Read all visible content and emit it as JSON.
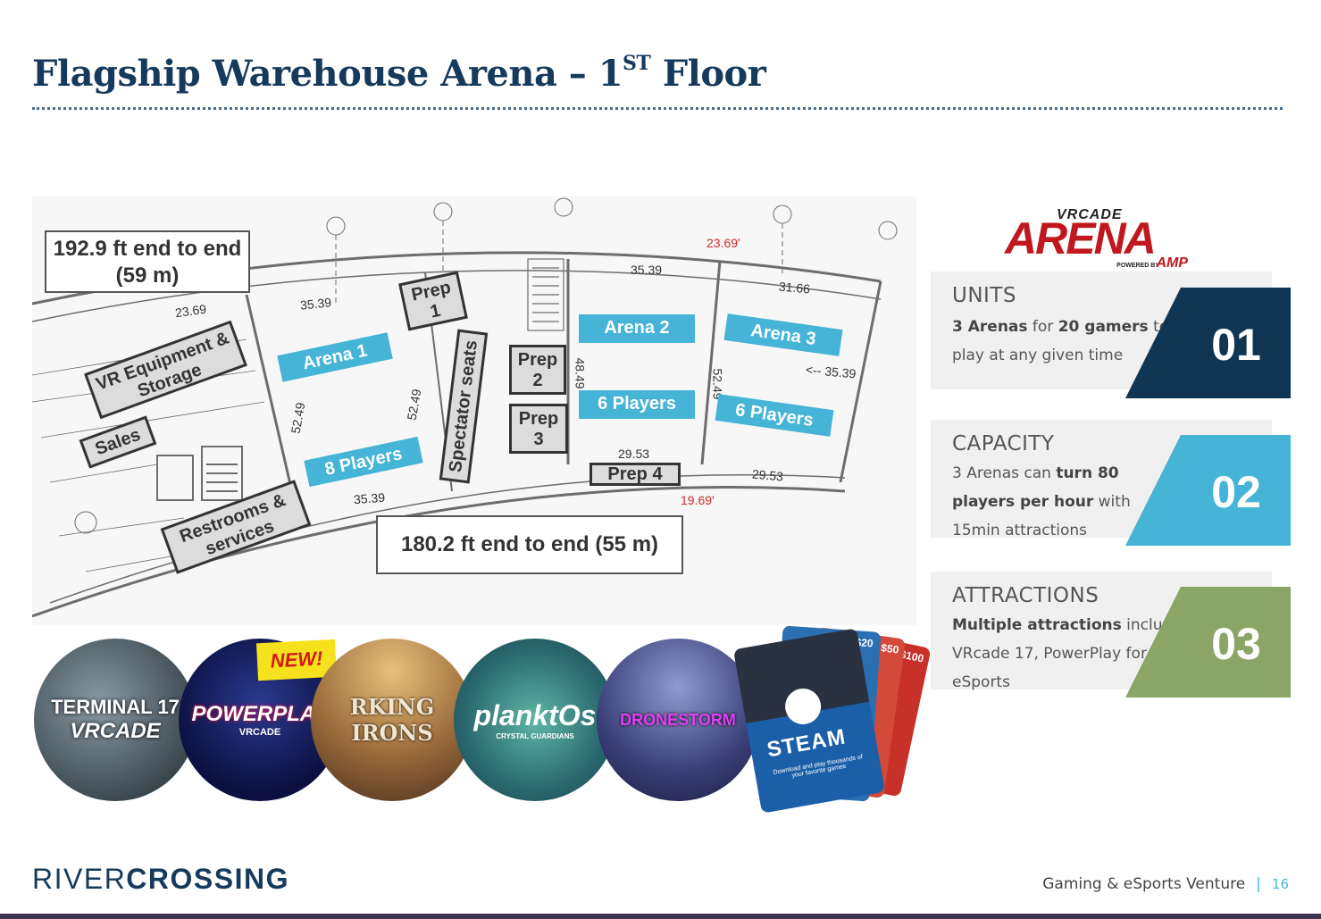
{
  "title": {
    "main": "Flagship Warehouse Arena – 1",
    "sup": "ST",
    "tail": " Floor"
  },
  "plan": {
    "width_box": [
      "192.9 ft end to end",
      "(59 m)"
    ],
    "length_box": "180.2 ft end to end (55 m)",
    "areas": {
      "vr_equipment": [
        "VR Equipment &",
        "Storage"
      ],
      "sales": "Sales",
      "restrooms": [
        "Restrooms &",
        "services"
      ],
      "spectator": "Spectator seats",
      "prep1": [
        "Prep",
        "1"
      ],
      "prep2": [
        "Prep",
        "2"
      ],
      "prep3": [
        "Prep",
        "3"
      ],
      "prep4": "Prep 4"
    },
    "arenas": [
      {
        "name": "Arena 1",
        "players": "8 Players"
      },
      {
        "name": "Arena 2",
        "players": "6 Players"
      },
      {
        "name": "Arena 3",
        "players": "6 Players"
      }
    ],
    "dims": {
      "d1": "23.69",
      "d2": "35.39",
      "d3": "52.49",
      "d4": "52.49",
      "d5": "35.39",
      "d6": "35.39",
      "d7": "48.49",
      "d8": "29.53",
      "d9": "31.66",
      "d10": "52.49",
      "d11": "<-- 35.39",
      "d12": "29.53",
      "d13": "23.69'",
      "d14": "19.69'"
    }
  },
  "games": [
    {
      "name": "TERMINAL 17",
      "sub": "VRCADE"
    },
    {
      "name": "POWERPLAY",
      "sub": "VRCADE",
      "badge": "NEW!"
    },
    {
      "name": "RKING IRONS"
    },
    {
      "name": "planktOs",
      "sub": "CRYSTAL GUARDIANS"
    },
    {
      "name": "DRONESTORM"
    },
    {
      "name": "STEAM",
      "sub": "Download and play thousands of your favorite games",
      "amounts": [
        "$20",
        "$50",
        "$100"
      ]
    }
  ],
  "logo": {
    "top": "VRCADE",
    "main": "ARENA",
    "powered": "POWERED BY",
    "amp": "AMP"
  },
  "cards": [
    {
      "head": "UNITS",
      "lines": [
        [
          {
            "b": "3 Arenas"
          },
          {
            "t": " for "
          },
          {
            "b": "20 gamers"
          },
          {
            "t": " to"
          }
        ],
        [
          {
            "t": "play at any given time"
          }
        ]
      ],
      "num": "01",
      "color": "#0f3552"
    },
    {
      "head": "CAPACITY",
      "lines": [
        [
          {
            "t": "3 Arenas can "
          },
          {
            "b": "turn 80"
          }
        ],
        [
          {
            "b": "players per hour"
          },
          {
            "t": " with"
          }
        ],
        [
          {
            "t": "15min attractions"
          }
        ]
      ],
      "num": "02",
      "color": "#46b4d6"
    },
    {
      "head": "ATTRACTIONS",
      "lines": [
        [
          {
            "b": "Multiple attractions"
          },
          {
            "t": " including"
          }
        ],
        [
          {
            "t": "VRcade 17, PowerPlay for"
          }
        ],
        [
          {
            "t": "eSports"
          }
        ]
      ],
      "num": "03",
      "color": "#8aa566"
    }
  ],
  "brand": {
    "a": "RIVER",
    "b": "CROSSING"
  },
  "footer": {
    "text": "Gaming & eSports Venture",
    "sep": "|",
    "page": "16"
  }
}
